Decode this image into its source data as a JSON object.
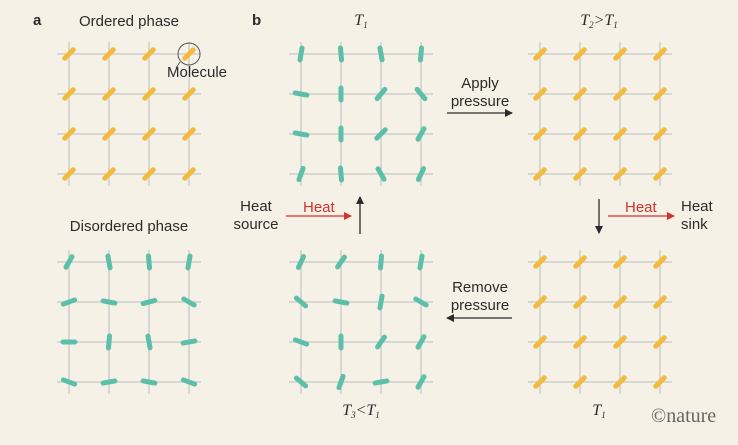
{
  "panels": {
    "a_letter": "a",
    "b_letter": "b"
  },
  "panel_a": {
    "ordered_label": "Ordered phase",
    "molecule_label": "Molecule",
    "disordered_label": "Disordered phase"
  },
  "panel_b": {
    "top_left": {
      "symbol": "T",
      "sub": "1",
      "relation": "",
      "symbol2": "",
      "sub2": ""
    },
    "top_right": {
      "symbol": "T",
      "sub": "2",
      "relation": ">",
      "symbol2": "T",
      "sub2": "1"
    },
    "bottom_left": {
      "symbol": "T",
      "sub": "3",
      "relation": "<",
      "symbol2": "T",
      "sub2": "1"
    },
    "bottom_right": {
      "symbol": "T",
      "sub": "1",
      "relation": "",
      "symbol2": "",
      "sub2": ""
    },
    "apply_line1": "Apply",
    "apply_line2": "pressure",
    "remove_line1": "Remove",
    "remove_line2": "pressure",
    "heat_source_line1": "Heat",
    "heat_source_line2": "source",
    "heat_sink_line1": "Heat",
    "heat_sink_line2": "sink",
    "heat_left": "Heat",
    "heat_right": "Heat"
  },
  "credit": "©nature",
  "colors": {
    "background": "#f5f1e6",
    "ordered_molecule": "#f2bb3c",
    "disordered_molecule": "#5cbfa9",
    "grid_line": "#bdbdbd",
    "heat_arrow": "#d2332f",
    "arrow": "#2b2b2b"
  },
  "lattices": [
    {
      "id": "a-ordered",
      "phase": "ordered",
      "orientations": [
        [
          45,
          45,
          45,
          45
        ],
        [
          45,
          45,
          45,
          45
        ],
        [
          45,
          45,
          45,
          45
        ],
        [
          45,
          45,
          45,
          45
        ]
      ]
    },
    {
      "id": "a-disordered",
      "phase": "disordered",
      "orientations": [
        [
          60,
          100,
          95,
          80
        ],
        [
          20,
          -10,
          15,
          -30
        ],
        [
          0,
          85,
          100,
          10
        ],
        [
          -20,
          10,
          -10,
          -20
        ]
      ]
    },
    {
      "id": "b-top-left",
      "phase": "disordered",
      "orientations": [
        [
          80,
          95,
          100,
          85
        ],
        [
          -10,
          90,
          50,
          -50
        ],
        [
          -10,
          90,
          45,
          60
        ],
        [
          70,
          95,
          -60,
          65
        ]
      ]
    },
    {
      "id": "b-top-right",
      "phase": "ordered",
      "orientations": [
        [
          45,
          45,
          45,
          45
        ],
        [
          45,
          45,
          45,
          45
        ],
        [
          45,
          45,
          45,
          45
        ],
        [
          45,
          45,
          45,
          45
        ]
      ]
    },
    {
      "id": "b-bottom-left",
      "phase": "disordered",
      "orientations": [
        [
          65,
          55,
          85,
          80
        ],
        [
          -40,
          -10,
          80,
          -30
        ],
        [
          -20,
          90,
          55,
          60
        ],
        [
          -40,
          70,
          10,
          60
        ]
      ]
    },
    {
      "id": "b-bottom-right",
      "phase": "ordered",
      "orientations": [
        [
          45,
          45,
          45,
          45
        ],
        [
          45,
          45,
          45,
          45
        ],
        [
          45,
          45,
          45,
          45
        ],
        [
          45,
          45,
          45,
          45
        ]
      ]
    }
  ]
}
